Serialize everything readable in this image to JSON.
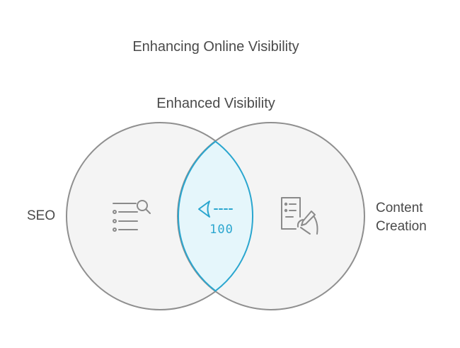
{
  "title": "Enhancing Online Visibility",
  "intersection": {
    "label": "Enhanced Visibility",
    "icon": "eye-meter-icon",
    "icon_text": "100"
  },
  "sets": [
    {
      "label": "SEO",
      "icon": "search-list-icon"
    },
    {
      "label_line1": "Content",
      "label_line2": "Creation",
      "icon": "document-writing-icon"
    }
  ],
  "colors": {
    "circle_fill": "#f4f4f4",
    "circle_stroke": "#8f8f8f",
    "intersection_fill": "#e5f6fb",
    "intersection_stroke": "#2aa6cf",
    "icon_gray": "#8a8a8a",
    "text": "#4a4a4a"
  }
}
